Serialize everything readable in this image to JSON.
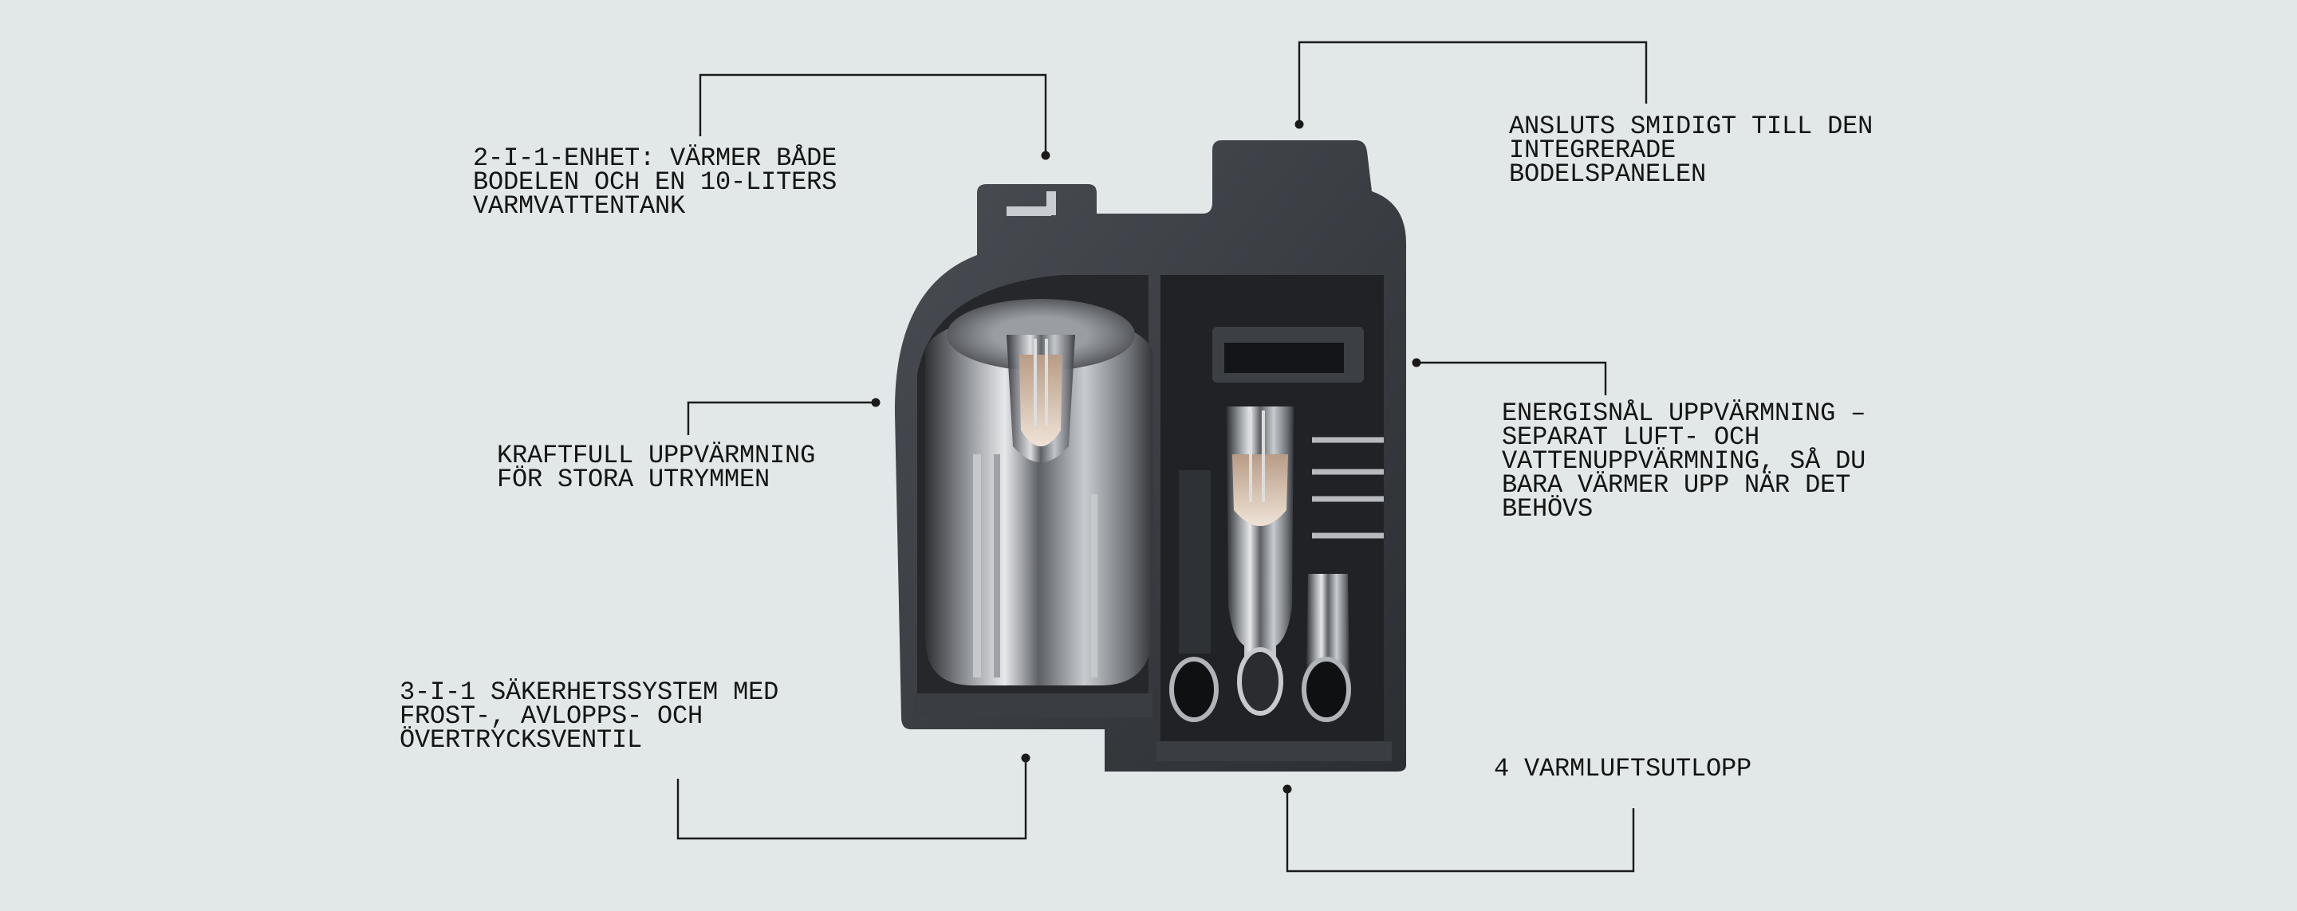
{
  "background_color": "#e2e8e7",
  "callouts": [
    {
      "id": "2-in-1",
      "lines": [
        "2-I-1-ENHET: VÄRMER BÅDE",
        "BODELEN OCH EN 10-LITERS",
        "VARMVATTENTANK"
      ]
    },
    {
      "id": "panel",
      "lines": [
        "ANSLUTS SMIDIGT TILL DEN",
        "INTEGRERADE",
        "BODELSPANELEN"
      ]
    },
    {
      "id": "powerful",
      "lines": [
        "KRAFTFULL UPPVÄRMNING",
        "FÖR STORA UTRYMMEN"
      ]
    },
    {
      "id": "energy",
      "lines": [
        "ENERGISNÅL UPPVÄRMNING –",
        "SEPARAT LUFT- OCH",
        "VATTENUPPVÄRMNING, SÅ DU",
        "BARA VÄRMER UPP NÄR DET",
        "BEHÖVS"
      ]
    },
    {
      "id": "safety",
      "lines": [
        "3-I-1 SÄKERHETSSYSTEM MED",
        "FROST-, AVLOPPS- OCH",
        "ÖVERTRYCKSVENTIL"
      ]
    },
    {
      "id": "outlets",
      "lines": [
        "4 VARMLUFTSUTLOPP"
      ]
    }
  ],
  "product_image": "heater-cutaway"
}
